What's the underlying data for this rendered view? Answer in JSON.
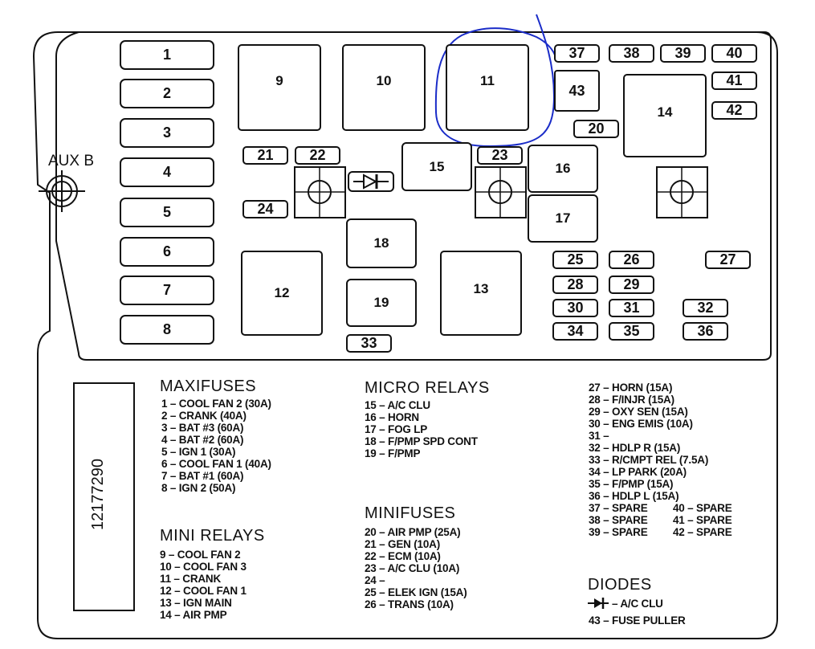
{
  "aux_label": "AUX B",
  "part_number": "12177290",
  "maxifuses": {
    "heading": "MAXIFUSES",
    "boxes": [
      "1",
      "2",
      "3",
      "4",
      "5",
      "6",
      "7",
      "8"
    ],
    "items": [
      "1 – COOL FAN 2 (30A)",
      "2 – CRANK (40A)",
      "3 – BAT #3 (60A)",
      "4 – BAT #2 (60A)",
      "5 – IGN 1 (30A)",
      "6 – COOL FAN 1 (40A)",
      "7 – BAT #1 (60A)",
      "8 – IGN 2 (50A)"
    ]
  },
  "mini_relays": {
    "heading": "MINI RELAYS",
    "boxes": [
      "9",
      "10",
      "11",
      "12",
      "13",
      "14"
    ],
    "items": [
      "9 – COOL FAN 2",
      "10 – COOL FAN 3",
      "11 – CRANK",
      "12 – COOL FAN 1",
      "13 – IGN MAIN",
      "14 – AIR PMP"
    ]
  },
  "micro_relays": {
    "heading": "MICRO RELAYS",
    "boxes": [
      "15",
      "16",
      "17",
      "18",
      "19"
    ],
    "items": [
      "15 – A/C CLU",
      "16 – HORN",
      "17 – FOG LP",
      "18 – F/PMP SPD CONT",
      "19 – F/PMP"
    ]
  },
  "minifuses": {
    "heading": "MINIFUSES",
    "boxes": [
      "20",
      "21",
      "22",
      "23",
      "24",
      "25",
      "26",
      "27",
      "28",
      "29",
      "30",
      "31",
      "32",
      "33",
      "34",
      "35",
      "36",
      "37",
      "38",
      "39",
      "40",
      "41",
      "42"
    ],
    "items": [
      "20 – AIR PMP (25A)",
      "21 – GEN (10A)",
      "22 – ECM (10A)",
      "23 – A/C CLU (10A)",
      "24 –",
      "25 – ELEK IGN (15A)",
      "26 – TRANS (10A)"
    ],
    "items2": [
      "27 – HORN (15A)",
      "28 – F/INJR (15A)",
      "29 – OXY SEN (15A)",
      "30 – ENG EMIS (10A)",
      "31 –",
      "32 – HDLP R (15A)",
      "33 – R/CMPT REL (7.5A)",
      "34 – LP PARK (20A)",
      "35 – F/PMP (15A)",
      "36 – HDLP L (15A)"
    ],
    "spares": [
      [
        "37 – SPARE",
        "40 – SPARE"
      ],
      [
        "38 – SPARE",
        "41 – SPARE"
      ],
      [
        "39 – SPARE",
        "42 – SPARE"
      ]
    ]
  },
  "fuse_puller_box": "43",
  "diodes": {
    "heading": "DIODES",
    "items": [
      "– A/C CLU",
      "43 – FUSE PULLER"
    ]
  }
}
